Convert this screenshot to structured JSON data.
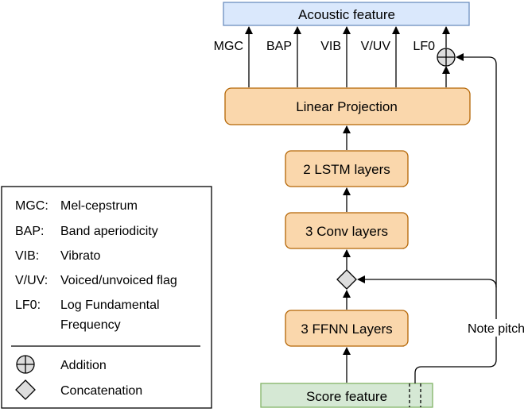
{
  "diagram": {
    "output_box": "Acoustic feature",
    "outputs": [
      "MGC",
      "BAP",
      "VIB",
      "V/UV",
      "LF0"
    ],
    "linear_projection": "Linear Projection",
    "lstm": "2 LSTM layers",
    "conv": "3 Conv layers",
    "ffnn": "3 FFNN Layers",
    "score": "Score feature",
    "note_pitch": "Note pitch"
  },
  "legend": {
    "entries": [
      {
        "abbr": "MGC:",
        "desc": "Mel-cepstrum"
      },
      {
        "abbr": "BAP:",
        "desc": "Band aperiodicity"
      },
      {
        "abbr": "VIB:",
        "desc": "Vibrato"
      },
      {
        "abbr": "V/UV:",
        "desc": "Voiced/unvoiced flag"
      },
      {
        "abbr": "LF0:",
        "desc": "Log Fundamental",
        "desc2": "Frequency"
      }
    ],
    "symbols": [
      {
        "icon": "addition-icon",
        "desc": "Addition"
      },
      {
        "icon": "concatenation-icon",
        "desc": "Concatenation"
      }
    ]
  },
  "colors": {
    "output_fill": "#dae8fc",
    "output_stroke": "#6c8ebf",
    "layer_fill": "#fad7ac",
    "layer_stroke": "#b46504",
    "score_fill": "#d5e8d4",
    "score_stroke": "#82b366"
  }
}
